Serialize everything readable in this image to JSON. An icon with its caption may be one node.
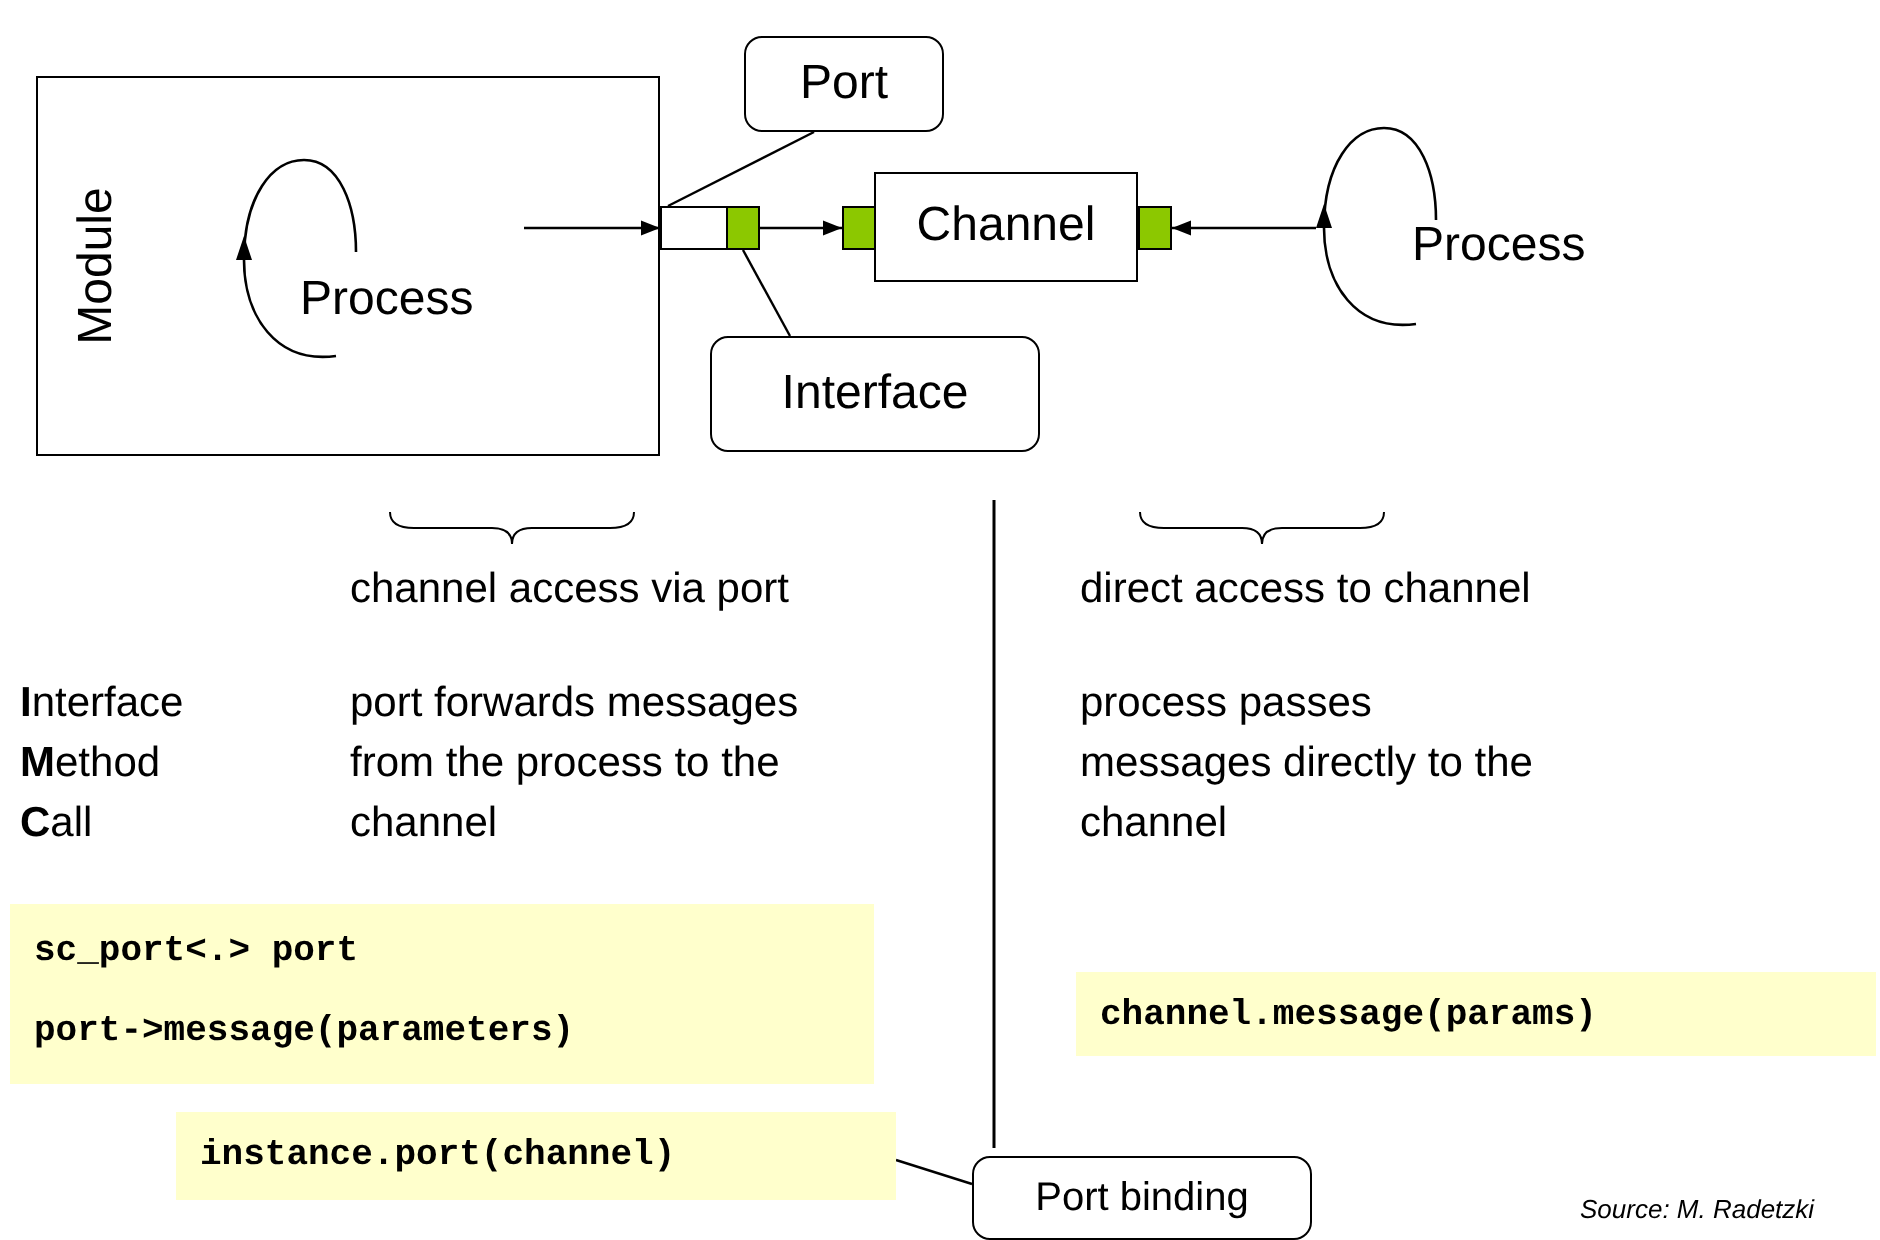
{
  "diagram": {
    "nodes": [
      {
        "text": [
          "Module"
        ]
      },
      {
        "text": [
          "Process"
        ],
        "in": 0
      },
      {
        "text": [],
        "shape": "box"
      },
      {
        "text": [],
        "shape": "box",
        "in": 2
      },
      {
        "text": [
          "Port"
        ]
      },
      {
        "text": [],
        "shape": "box"
      },
      {
        "text": [
          "Channel"
        ]
      },
      {
        "text": [],
        "shape": "box"
      },
      {
        "text": [
          "Process"
        ]
      },
      {
        "text": [
          "Interface"
        ]
      },
      {
        "text": [
          "sc_port<.> port",
          "port->message(parameters)"
        ]
      },
      {
        "text": [
          "channel.message(params)"
        ]
      },
      {
        "text": [
          "instance.port(channel)"
        ]
      },
      {
        "text": [
          "Port binding"
        ]
      }
    ],
    "edges": [
      {
        "from": 1,
        "to": 2,
        "arrow": "to"
      },
      {
        "from": 3,
        "to": 5,
        "arrow": "to"
      },
      {
        "from": 8,
        "to": 7,
        "arrow": "to"
      },
      {
        "from": 4,
        "to": 2,
        "arrow": "none"
      },
      {
        "from": 9,
        "to": 3,
        "arrow": "none"
      },
      {
        "from": 13,
        "to": 12,
        "arrow": "none"
      }
    ],
    "labels": [
      "channel access via port",
      "direct access to channel",
      "**I**nterface",
      "**M**ethod",
      "**C**all",
      "port forwards messages from the process to the channel",
      "process passes messages directly to the channel",
      "Source: M. Radetzki"
    ]
  }
}
